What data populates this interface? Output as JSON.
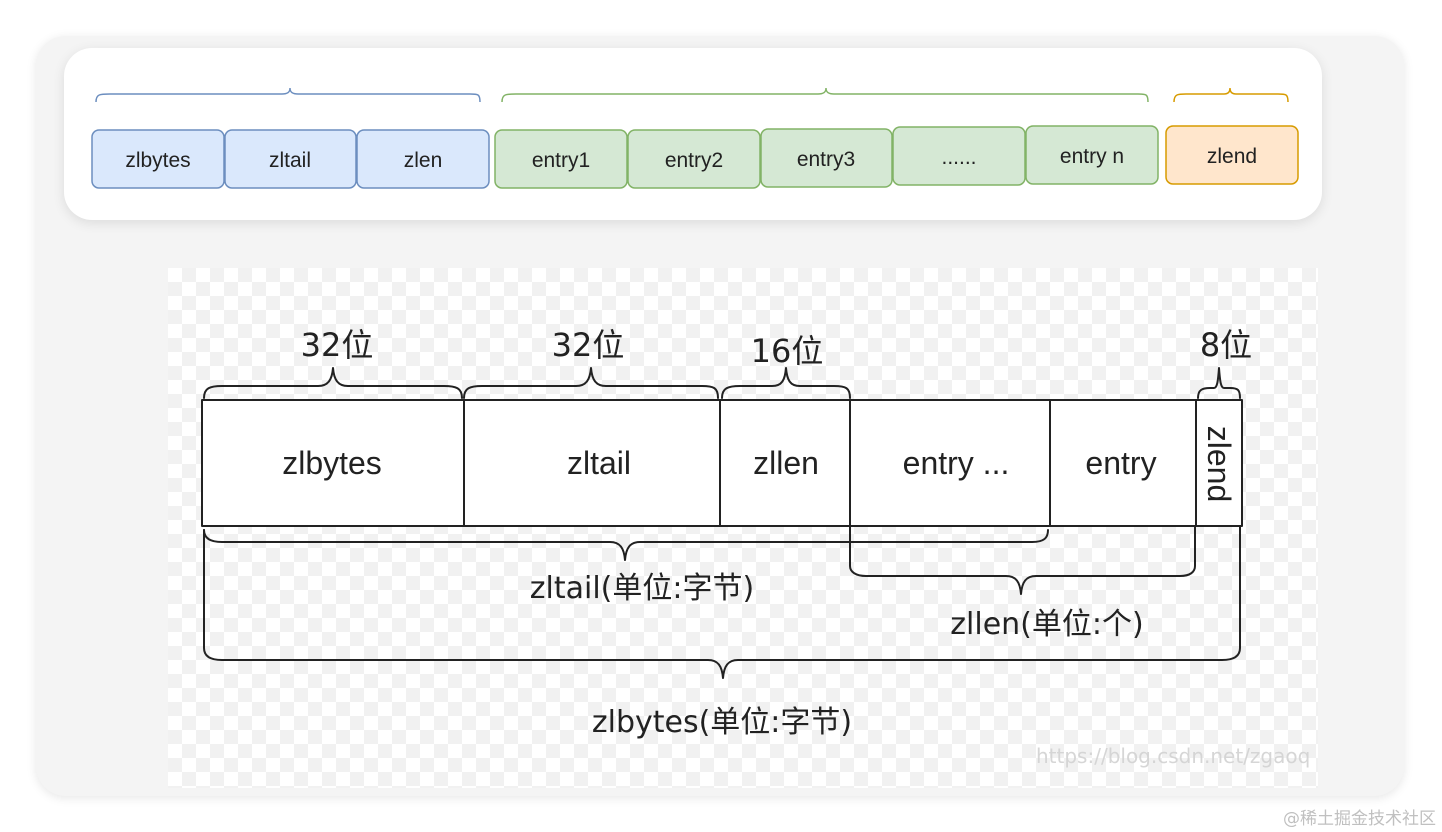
{
  "top_row": {
    "header_cells": [
      "zlbytes",
      "zltail",
      "zlen"
    ],
    "entry_cells": [
      "entry1",
      "entry2",
      "entry3",
      "......",
      "entry n"
    ],
    "end_cell": "zlend",
    "colors": {
      "header_fill": "#dae8fc",
      "header_stroke": "#6c8ebf",
      "entry_fill": "#d5e8d4",
      "entry_stroke": "#82b366",
      "end_fill": "#ffe6cc",
      "end_stroke": "#d79b00"
    }
  },
  "layout_diagram": {
    "cells": [
      "zlbytes",
      "zltail",
      "zllen",
      "entry ...",
      "entry",
      "zlend"
    ],
    "bit_labels": [
      "32位",
      "32位",
      "16位",
      "8位"
    ],
    "bottom_labels": {
      "zltail": "zltail(单位:字节)",
      "zllen": "zllen(单位:个)",
      "zlbytes": "zlbytes(单位:字节)"
    }
  },
  "watermarks": {
    "blog": "https://blog.csdn.net/zgaoq",
    "site": "@稀土掘金技术社区"
  }
}
